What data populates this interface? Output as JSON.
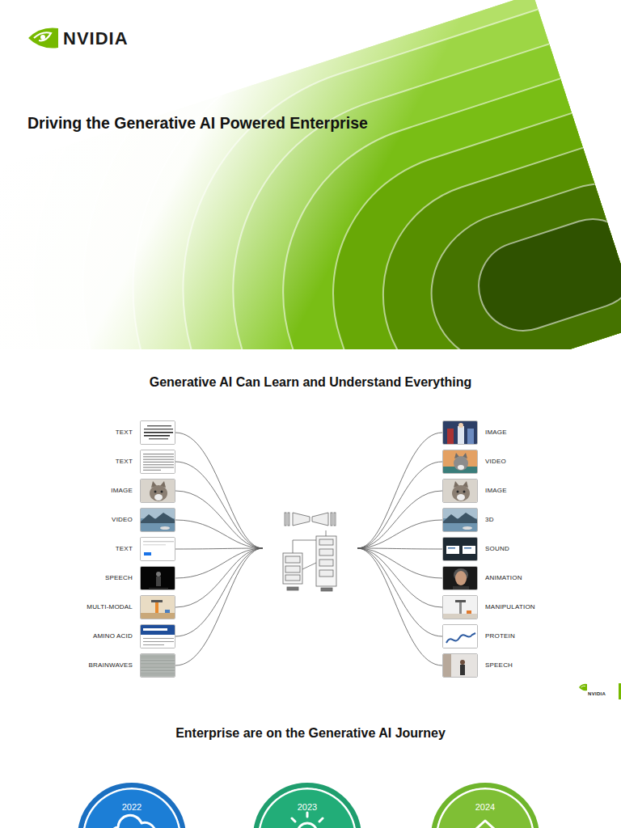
{
  "diagram": {
    "title": "Driving the Generative AI Powered Enterprise",
    "nodes": [
      {
        "text": [
          "TEXT"
        ]
      },
      {
        "text": [
          "TEXT"
        ]
      },
      {
        "text": [
          "IMAGE"
        ]
      },
      {
        "text": [
          "VIDEO"
        ]
      },
      {
        "text": [
          "TEXT"
        ]
      },
      {
        "text": [
          "SPEECH"
        ]
      },
      {
        "text": [
          "MULTI-MODAL"
        ]
      },
      {
        "text": [
          "AMINO ACID"
        ]
      },
      {
        "text": [
          "BRAINWAVES"
        ]
      },
      {
        "text": [
          "IMAGE"
        ]
      },
      {
        "text": [
          "VIDEO"
        ]
      },
      {
        "text": [
          "IMAGE"
        ]
      },
      {
        "text": [
          "3D"
        ]
      },
      {
        "text": [
          "SOUND"
        ]
      },
      {
        "text": [
          "ANIMATION"
        ]
      },
      {
        "text": [
          "MANIPULATION"
        ]
      },
      {
        "text": [
          "PROTEIN"
        ]
      },
      {
        "text": [
          "SPEECH"
        ]
      },
      {
        "text": [
          "2022"
        ]
      },
      {
        "text": [
          "2023"
        ]
      },
      {
        "text": [
          "2024"
        ]
      }
    ],
    "labels": [
      "NVIDIA",
      "Generative AI Can Learn and Understand Everything",
      "NVIDIA",
      "Enterprise are on the Generative AI Journey"
    ]
  }
}
